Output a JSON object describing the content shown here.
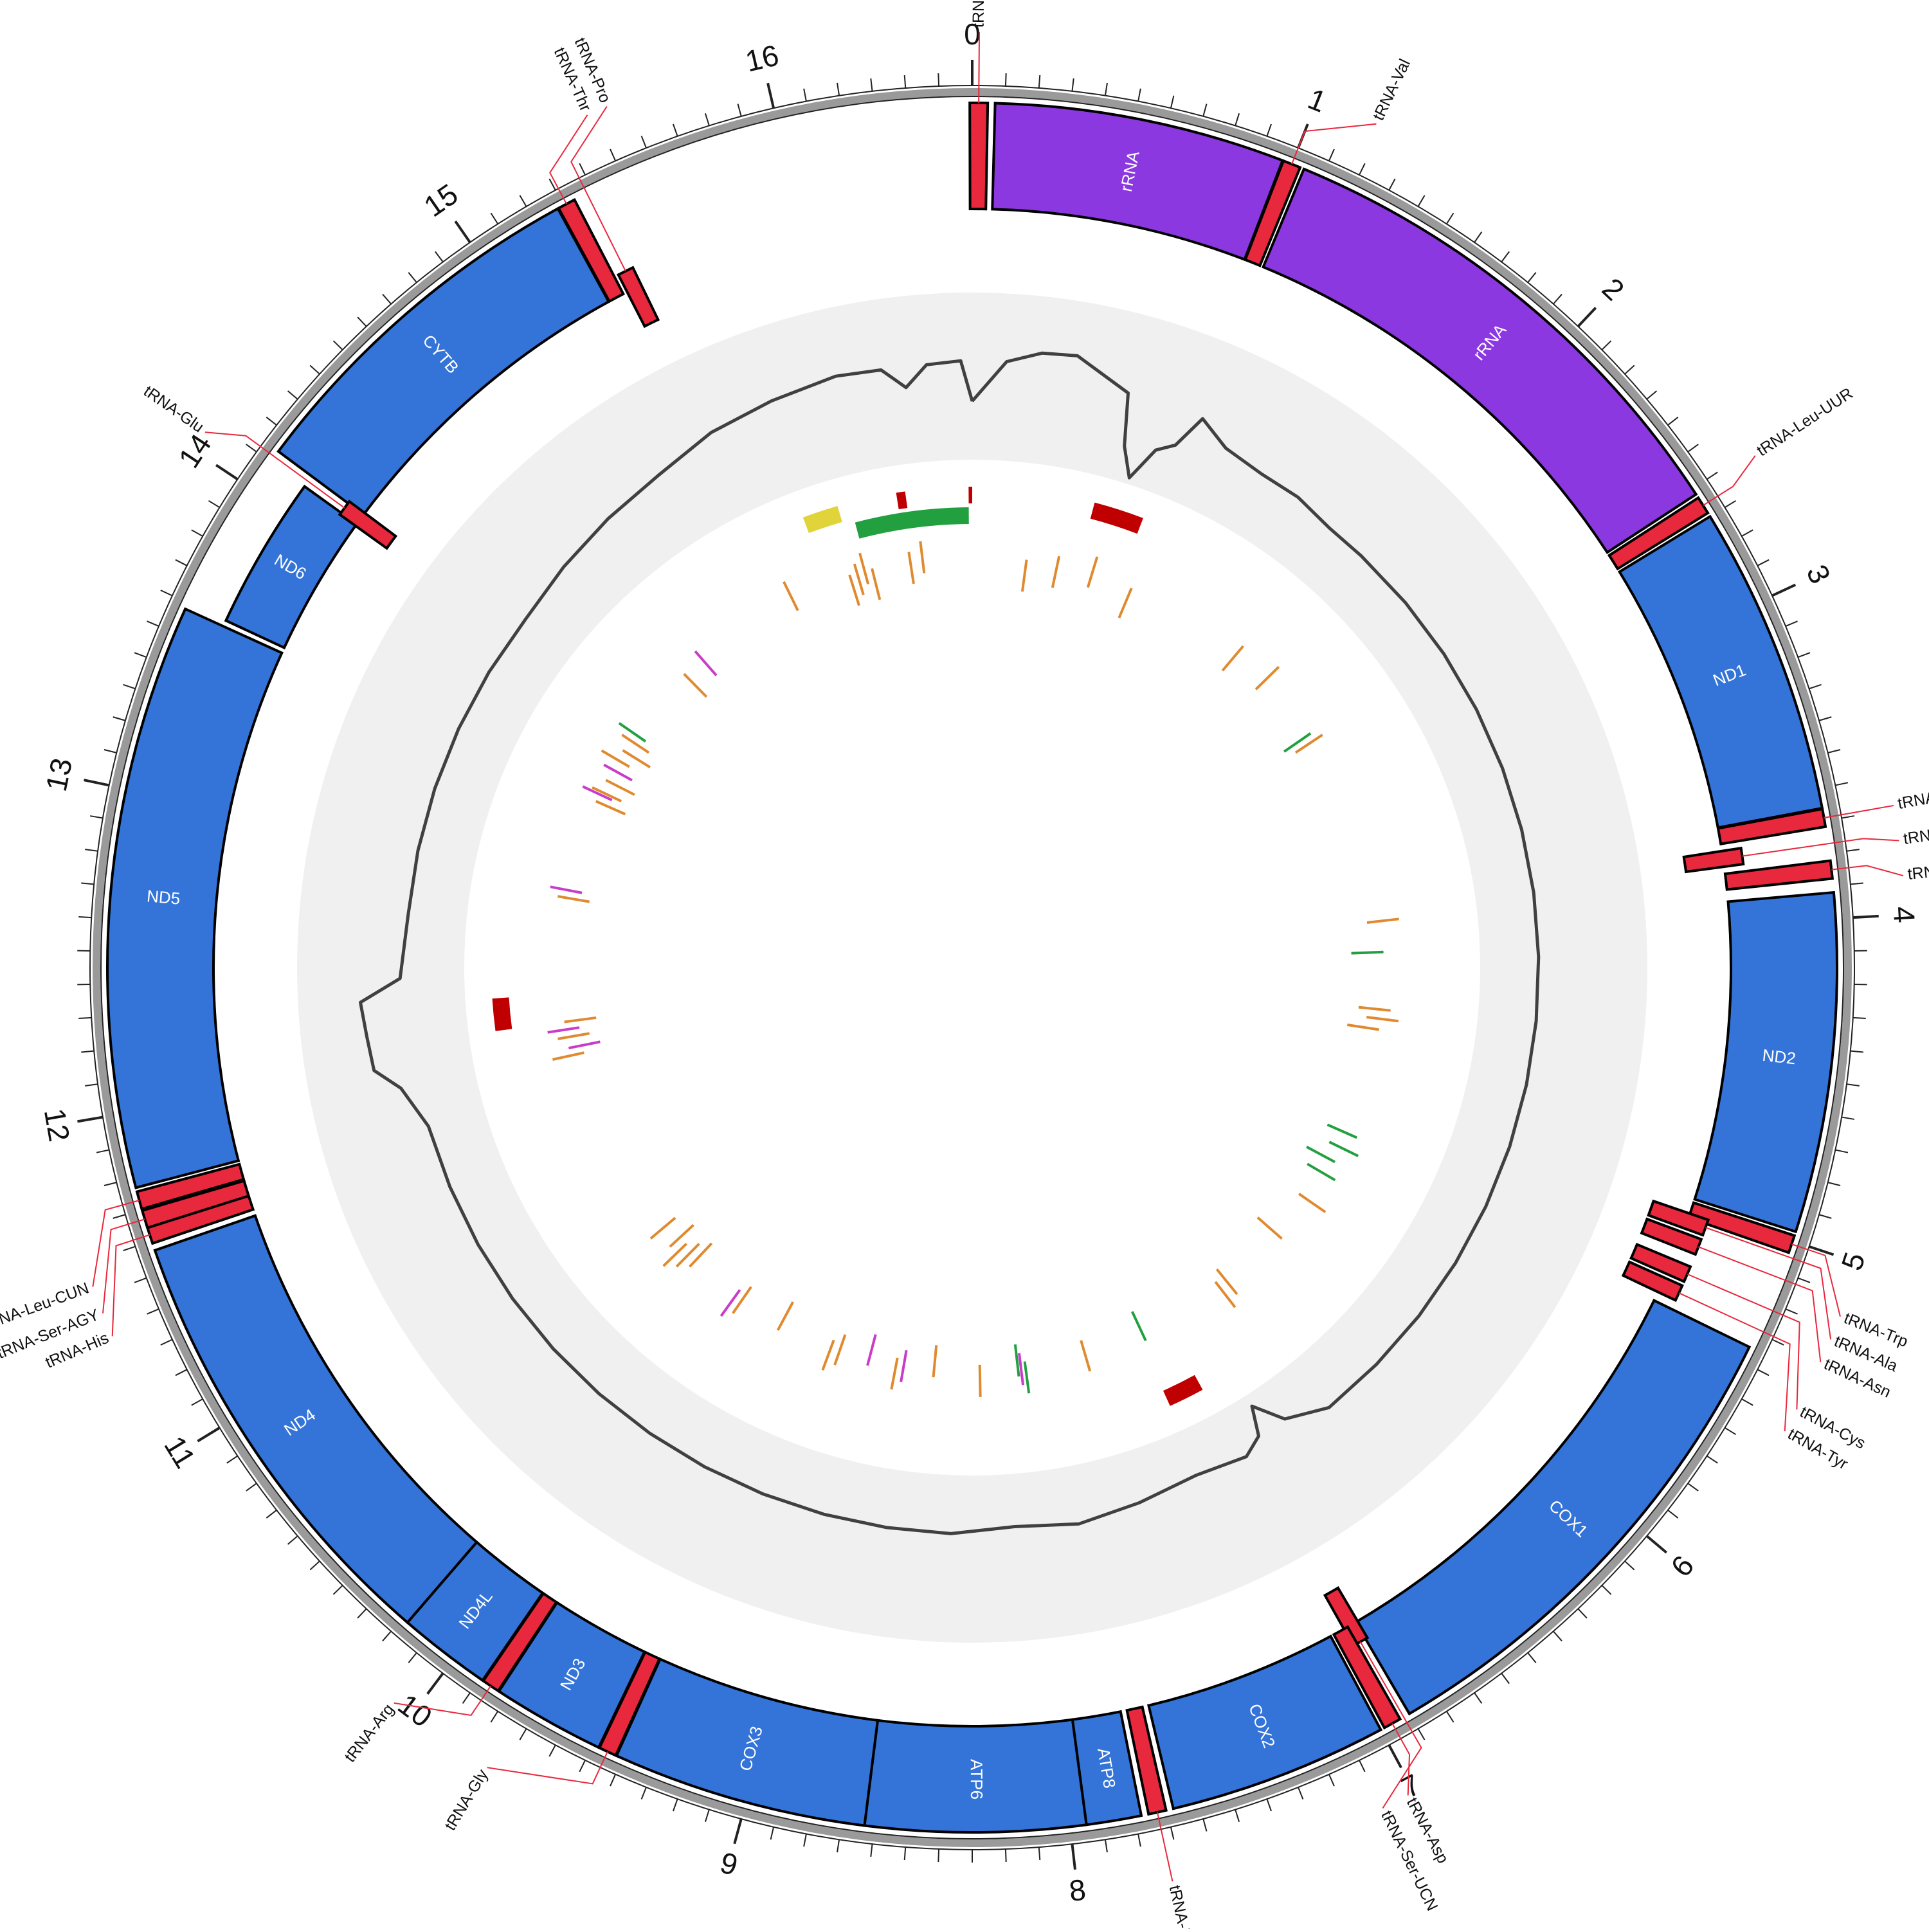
{
  "figure": {
    "genome_length_kb": 16.6,
    "colors": {
      "trna": "#e8283c",
      "rrna": "#8b38e0",
      "protein": "#3474d8",
      "background_band": "#f0f0f0",
      "gc_line": "#404040",
      "feature_red": "#c00000",
      "feature_green": "#22a040",
      "feature_yellow": "#e0d43a",
      "feature_orange": "#e08a30",
      "feature_magenta": "#c83cc8"
    }
  },
  "scale": {
    "major_ticks": [
      "0",
      "1",
      "2",
      "3",
      "4",
      "5",
      "6",
      "7",
      "8",
      "9",
      "10",
      "11",
      "12",
      "13",
      "14",
      "15",
      "16"
    ]
  },
  "genes": [
    {
      "name": "rRNA",
      "type": "rrna",
      "start": 0.07,
      "end": 0.97,
      "track": "outer",
      "label": "rRNA"
    },
    {
      "name": "rRNA",
      "type": "rrna",
      "start": 1.04,
      "end": 2.62,
      "track": "outer",
      "label": "rRNA"
    },
    {
      "name": "ND1",
      "type": "protein",
      "start": 2.7,
      "end": 3.66,
      "track": "outer",
      "label": "ND1"
    },
    {
      "name": "ND2",
      "type": "protein",
      "start": 3.92,
      "end": 4.97,
      "track": "outer",
      "label": "ND2"
    },
    {
      "name": "COX1",
      "type": "protein",
      "start": 5.35,
      "end": 6.9,
      "track": "outer",
      "label": "COX1"
    },
    {
      "name": "COX2",
      "type": "protein",
      "start": 7.0,
      "end": 7.68,
      "track": "outer",
      "label": "COX2"
    },
    {
      "name": "ATP8",
      "type": "protein",
      "start": 7.78,
      "end": 7.95,
      "track": "outer",
      "label": "ATP8"
    },
    {
      "name": "ATP6",
      "type": "protein",
      "start": 7.95,
      "end": 8.63,
      "track": "outer",
      "label": "ATP6"
    },
    {
      "name": "COX3",
      "type": "protein",
      "start": 8.63,
      "end": 9.42,
      "track": "outer",
      "label": "COX3"
    },
    {
      "name": "ND3",
      "type": "protein",
      "start": 9.48,
      "end": 9.83,
      "track": "outer",
      "label": "ND3"
    },
    {
      "name": "ND4L",
      "type": "protein",
      "start": 9.89,
      "end": 10.18,
      "track": "outer",
      "label": "ND4L"
    },
    {
      "name": "ND4",
      "type": "protein",
      "start": 10.18,
      "end": 11.57,
      "track": "outer",
      "label": "ND4"
    },
    {
      "name": "ND5",
      "type": "protein",
      "start": 11.77,
      "end": 13.58,
      "track": "outer",
      "label": "ND5"
    },
    {
      "name": "ND6",
      "type": "protein",
      "start": 13.6,
      "end": 14.1,
      "track": "inner",
      "label": "ND6"
    },
    {
      "name": "CYTB",
      "type": "protein",
      "start": 14.14,
      "end": 15.28,
      "track": "outer",
      "label": "CYTB"
    }
  ],
  "trnas": [
    {
      "name": "tRNA-Phe",
      "pos": 0.02,
      "track": "outer",
      "label": "tRNA-Phe",
      "label_pos": 0.02
    },
    {
      "name": "tRNA-Val",
      "pos": 1.0,
      "track": "outer",
      "label": "tRNA-Val",
      "label_pos": 1.18
    },
    {
      "name": "tRNA-Leu-UUR",
      "pos": 2.66,
      "track": "outer",
      "label": "tRNA-Leu-UUR",
      "label_pos": 2.62
    },
    {
      "name": "tRNA-Ile",
      "pos": 3.69,
      "track": "outer",
      "label": "tRNA-Ile",
      "label_pos": 3.69
    },
    {
      "name": "tRNA-Gln",
      "pos": 3.77,
      "track": "inner",
      "label": "tRNA-Gln",
      "label_pos": 3.79
    },
    {
      "name": "tRNA-Met",
      "pos": 3.85,
      "track": "outer",
      "label": "tRNA-Met",
      "label_pos": 3.89
    },
    {
      "name": "tRNA-Trp",
      "pos": 5.01,
      "track": "outer",
      "label": "tRNA-Trp",
      "label_pos": 5.16
    },
    {
      "name": "tRNA-Ala",
      "pos": 5.05,
      "track": "inner",
      "label": "tRNA-Ala",
      "label_pos": 5.23
    },
    {
      "name": "tRNA-Asn",
      "pos": 5.12,
      "track": "inner",
      "label": "tRNA-Asn",
      "label_pos": 5.3
    },
    {
      "name": "tRNA-Cys",
      "pos": 5.22,
      "track": "inner",
      "label": "tRNA-Cys",
      "label_pos": 5.45
    },
    {
      "name": "tRNA-Tyr",
      "pos": 5.29,
      "track": "inner",
      "label": "tRNA-Tyr",
      "label_pos": 5.52
    },
    {
      "name": "tRNA-Ser-UCN",
      "pos": 6.92,
      "track": "inner",
      "label": "tRNA-Ser-UCN",
      "label_pos": 7.1
    },
    {
      "name": "tRNA-Asp",
      "pos": 6.96,
      "track": "outer",
      "label": "tRNA-Asp",
      "label_pos": 7.02
    },
    {
      "name": "tRNA-Lys",
      "pos": 7.73,
      "track": "outer",
      "label": "tRNA-Lys",
      "label_pos": 7.73
    },
    {
      "name": "tRNA-Gly",
      "pos": 9.45,
      "track": "outer",
      "label": "tRNA-Gly",
      "label_pos": 9.74
    },
    {
      "name": "tRNA-Arg",
      "pos": 9.86,
      "track": "outer",
      "label": "tRNA-Arg",
      "label_pos": 10.06
    },
    {
      "name": "tRNA-His",
      "pos": 11.62,
      "track": "outer",
      "label": "tRNA-His",
      "label_pos": 11.38
    },
    {
      "name": "tRNA-Ser-AGY",
      "pos": 11.67,
      "track": "outer",
      "label": "tRNA-Ser-AGY",
      "label_pos": 11.45
    },
    {
      "name": "tRNA-Leu-CUN",
      "pos": 11.73,
      "track": "outer",
      "label": "tRNA-Leu-CUN",
      "label_pos": 11.53
    },
    {
      "name": "tRNA-Glu",
      "pos": 14.12,
      "track": "inner",
      "label": "tRNA-Glu",
      "label_pos": 14.06
    },
    {
      "name": "tRNA-Thr",
      "pos": 15.31,
      "track": "outer",
      "label": "tRNA-Thr",
      "label_pos": 15.48
    },
    {
      "name": "tRNA-Pro",
      "pos": 15.38,
      "track": "inner",
      "label": "tRNA-Pro",
      "label_pos": 15.54
    }
  ],
  "inner_features": {
    "blocks": [
      {
        "color": "feature_green",
        "start": 15.92,
        "end": 16.58,
        "track": "a"
      },
      {
        "color": "feature_yellow",
        "start": 15.65,
        "end": 15.85,
        "track": "b"
      },
      {
        "color": "feature_red",
        "start": 16.18,
        "end": 16.23,
        "track": "b"
      },
      {
        "color": "feature_red",
        "start": 16.58,
        "end": 16.6,
        "track": "b"
      },
      {
        "color": "feature_red",
        "start": 0.68,
        "end": 0.96,
        "track": "b"
      },
      {
        "color": "feature_red",
        "start": 6.98,
        "end": 7.18,
        "track": "b"
      },
      {
        "color": "feature_red",
        "start": 12.1,
        "end": 12.28,
        "track": "b"
      }
    ],
    "ticks": [
      {
        "color": "feature_orange",
        "pos": 0.35
      },
      {
        "color": "feature_orange",
        "pos": 0.55
      },
      {
        "color": "feature_orange",
        "pos": 0.78
      },
      {
        "color": "feature_orange",
        "pos": 1.05
      },
      {
        "color": "feature_orange",
        "pos": 1.85
      },
      {
        "color": "feature_orange",
        "pos": 2.1
      },
      {
        "color": "feature_green",
        "pos": 2.55
      },
      {
        "color": "feature_orange",
        "pos": 2.6
      },
      {
        "color": "feature_orange",
        "pos": 3.85
      },
      {
        "color": "feature_green",
        "pos": 4.05
      },
      {
        "color": "feature_orange",
        "pos": 4.42
      },
      {
        "color": "feature_orange",
        "pos": 4.48
      },
      {
        "color": "feature_orange",
        "pos": 4.55
      },
      {
        "color": "feature_green",
        "pos": 5.25
      },
      {
        "color": "feature_green",
        "pos": 5.35
      },
      {
        "color": "feature_green",
        "pos": 5.45
      },
      {
        "color": "feature_green",
        "pos": 5.55
      },
      {
        "color": "feature_orange",
        "pos": 5.75
      },
      {
        "color": "feature_orange",
        "pos": 6.05
      },
      {
        "color": "feature_orange",
        "pos": 6.5
      },
      {
        "color": "feature_orange",
        "pos": 6.56
      },
      {
        "color": "feature_green",
        "pos": 7.15
      },
      {
        "color": "feature_orange",
        "pos": 7.55
      },
      {
        "color": "feature_green",
        "pos": 7.95
      },
      {
        "color": "feature_green",
        "pos": 8.0
      },
      {
        "color": "feature_magenta",
        "pos": 7.98
      },
      {
        "color": "feature_orange",
        "pos": 8.25
      },
      {
        "color": "feature_orange",
        "pos": 8.55
      },
      {
        "color": "feature_magenta",
        "pos": 8.75
      },
      {
        "color": "feature_orange",
        "pos": 8.8
      },
      {
        "color": "feature_magenta",
        "pos": 8.98
      },
      {
        "color": "feature_orange",
        "pos": 9.18
      },
      {
        "color": "feature_orange",
        "pos": 9.24
      },
      {
        "color": "feature_orange",
        "pos": 9.6
      },
      {
        "color": "feature_orange",
        "pos": 9.9
      },
      {
        "color": "feature_magenta",
        "pos": 9.95
      },
      {
        "color": "feature_orange",
        "pos": 10.3
      },
      {
        "color": "feature_orange",
        "pos": 10.36
      },
      {
        "color": "feature_orange",
        "pos": 10.42
      },
      {
        "color": "feature_orange",
        "pos": 10.48
      },
      {
        "color": "feature_orange",
        "pos": 10.6
      },
      {
        "color": "feature_orange",
        "pos": 11.88
      },
      {
        "color": "feature_magenta",
        "pos": 11.93
      },
      {
        "color": "feature_orange",
        "pos": 12.0
      },
      {
        "color": "feature_magenta",
        "pos": 12.05
      },
      {
        "color": "feature_orange",
        "pos": 12.1
      },
      {
        "color": "feature_orange",
        "pos": 12.9
      },
      {
        "color": "feature_magenta",
        "pos": 12.95
      },
      {
        "color": "feature_orange",
        "pos": 13.55
      },
      {
        "color": "feature_orange",
        "pos": 13.62
      },
      {
        "color": "feature_magenta",
        "pos": 13.6
      },
      {
        "color": "feature_orange",
        "pos": 13.7
      },
      {
        "color": "feature_magenta",
        "pos": 13.78
      },
      {
        "color": "feature_orange",
        "pos": 13.85
      },
      {
        "color": "feature_orange",
        "pos": 13.92
      },
      {
        "color": "feature_orange",
        "pos": 14.0
      },
      {
        "color": "feature_green",
        "pos": 14.05
      },
      {
        "color": "feature_orange",
        "pos": 14.55
      },
      {
        "color": "feature_magenta",
        "pos": 14.7
      },
      {
        "color": "feature_orange",
        "pos": 15.4
      },
      {
        "color": "feature_orange",
        "pos": 15.8
      },
      {
        "color": "feature_orange",
        "pos": 15.85
      },
      {
        "color": "feature_orange",
        "pos": 15.9
      },
      {
        "color": "feature_orange",
        "pos": 15.95
      },
      {
        "color": "feature_orange",
        "pos": 16.2
      },
      {
        "color": "feature_orange",
        "pos": 16.28
      }
    ]
  },
  "gc_profile": {
    "points": [
      [
        0.0,
        0.45
      ],
      [
        0.15,
        0.8
      ],
      [
        0.3,
        0.9
      ],
      [
        0.45,
        0.92
      ],
      [
        0.6,
        0.78
      ],
      [
        0.7,
        0.7
      ],
      [
        0.75,
        0.25
      ],
      [
        0.82,
        0.0
      ],
      [
        0.9,
        0.3
      ],
      [
        0.98,
        0.4
      ],
      [
        1.05,
        0.7
      ],
      [
        1.2,
        0.55
      ],
      [
        1.4,
        0.5
      ],
      [
        1.6,
        0.5
      ],
      [
        1.8,
        0.45
      ],
      [
        2.0,
        0.45
      ],
      [
        2.3,
        0.45
      ],
      [
        2.6,
        0.45
      ],
      [
        2.9,
        0.45
      ],
      [
        3.2,
        0.45
      ],
      [
        3.5,
        0.45
      ],
      [
        3.8,
        0.45
      ],
      [
        4.1,
        0.45
      ],
      [
        4.4,
        0.45
      ],
      [
        4.7,
        0.45
      ],
      [
        5.0,
        0.45
      ],
      [
        5.3,
        0.45
      ],
      [
        5.6,
        0.45
      ],
      [
        5.9,
        0.45
      ],
      [
        6.2,
        0.45
      ],
      [
        6.5,
        0.45
      ],
      [
        6.7,
        0.3
      ],
      [
        6.8,
        0.05
      ],
      [
        6.85,
        0.3
      ],
      [
        6.95,
        0.4
      ],
      [
        7.2,
        0.35
      ],
      [
        7.5,
        0.4
      ],
      [
        7.8,
        0.45
      ],
      [
        8.1,
        0.4
      ],
      [
        8.4,
        0.45
      ],
      [
        8.7,
        0.45
      ],
      [
        9.0,
        0.45
      ],
      [
        9.3,
        0.45
      ],
      [
        9.6,
        0.45
      ],
      [
        9.9,
        0.45
      ],
      [
        10.2,
        0.45
      ],
      [
        10.5,
        0.45
      ],
      [
        10.8,
        0.45
      ],
      [
        11.1,
        0.45
      ],
      [
        11.4,
        0.45
      ],
      [
        11.7,
        0.45
      ],
      [
        11.9,
        0.6
      ],
      [
        12.0,
        0.8
      ],
      [
        12.15,
        0.82
      ],
      [
        12.3,
        0.85
      ],
      [
        12.4,
        0.5
      ],
      [
        12.7,
        0.45
      ],
      [
        13.0,
        0.45
      ],
      [
        13.3,
        0.45
      ],
      [
        13.6,
        0.45
      ],
      [
        13.9,
        0.45
      ],
      [
        14.2,
        0.45
      ],
      [
        14.5,
        0.5
      ],
      [
        14.8,
        0.55
      ],
      [
        15.1,
        0.6
      ],
      [
        15.4,
        0.7
      ],
      [
        15.7,
        0.75
      ],
      [
        16.0,
        0.8
      ],
      [
        16.2,
        0.78
      ],
      [
        16.3,
        0.6
      ],
      [
        16.4,
        0.78
      ],
      [
        16.55,
        0.8
      ]
    ]
  }
}
